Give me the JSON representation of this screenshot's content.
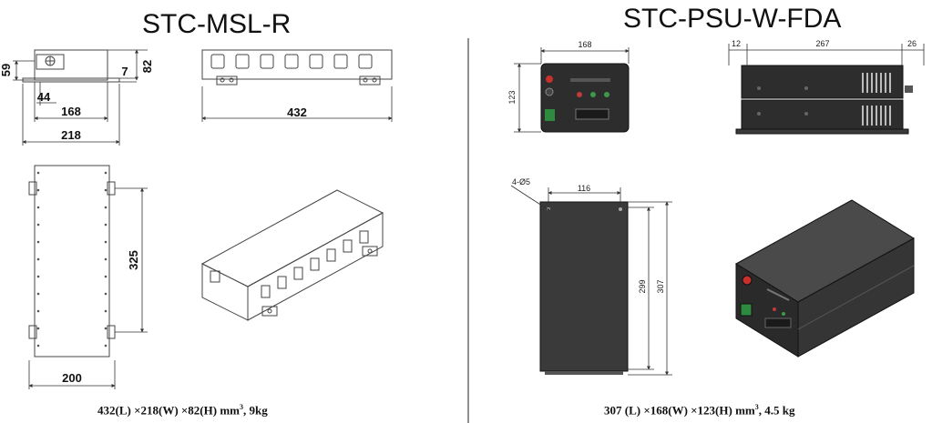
{
  "left": {
    "title": "STC-MSL-R",
    "caption": {
      "main": "432(L) ×218(W) ×82(H) mm",
      "sup": "3",
      "tail": ", 9kg"
    },
    "dims": {
      "d59": "59",
      "d44": "44",
      "d168": "168",
      "d218": "218",
      "d7": "7",
      "d82": "82",
      "d432": "432",
      "d325": "325",
      "d200": "200"
    }
  },
  "right": {
    "title": "STC-PSU-W-FDA",
    "caption": {
      "main": "307 (L) ×168(W) ×123(H) mm",
      "sup": "3",
      "tail": ", 4.5 kg"
    },
    "dims": {
      "d168": "168",
      "d123": "123",
      "d12": "12",
      "d267": "267",
      "d26": "26",
      "hole": "4-Ø5",
      "d116": "116",
      "d299": "299",
      "d307": "307"
    }
  }
}
